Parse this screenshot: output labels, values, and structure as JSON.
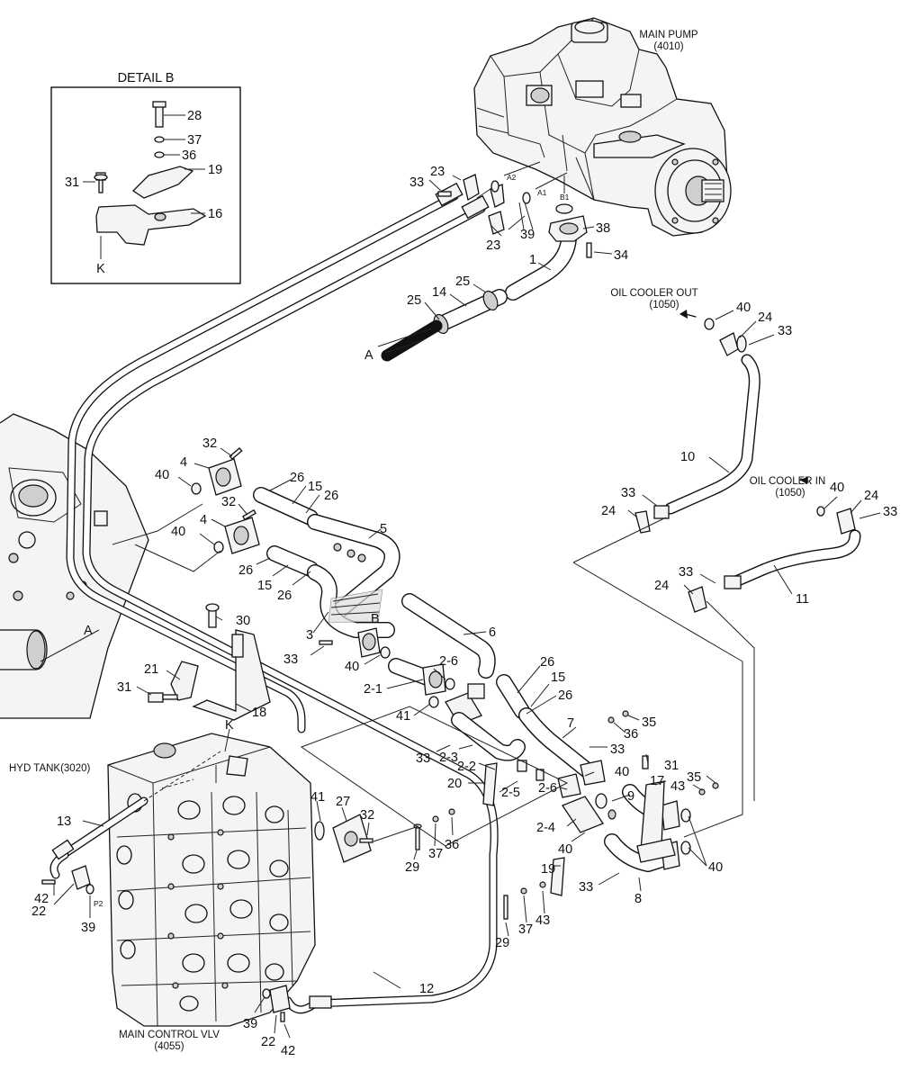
{
  "detail_title": "DETAIL B",
  "components": {
    "main_pump": {
      "name": "MAIN PUMP",
      "code": "(4010)"
    },
    "oil_cooler_out": {
      "name": "OIL COOLER OUT",
      "code": "(1050)"
    },
    "oil_cooler_in": {
      "name": "OIL COOLER IN",
      "code": "(1050)"
    },
    "hyd_tank": {
      "name": "HYD TANK(3020)"
    },
    "main_control_valve": {
      "name": "MAIN CONTROL VLV",
      "code": "(4055)"
    }
  },
  "port_labels": {
    "a2": "A2",
    "a1": "A1",
    "b1": "B1",
    "p2": "P2"
  },
  "view_labels": {
    "a_top": "A",
    "a_left": "A",
    "b": "B",
    "k_detail": "K",
    "k_valve": "K"
  },
  "callouts": {
    "d28": "28",
    "d37": "37",
    "d36": "36",
    "d19": "19",
    "d31": "31",
    "d16": "16",
    "p23a": "23",
    "p33a": "33",
    "p23b": "23",
    "p39a": "39",
    "p38": "38",
    "p34": "34",
    "p1": "1",
    "p25a": "25",
    "p14": "14",
    "p25b": "25",
    "p40a": "40",
    "p24a": "24",
    "p33b": "33",
    "p10": "10",
    "p33c": "33",
    "p24b": "24",
    "p40b": "40",
    "p24c": "24",
    "p33d": "33",
    "p33e": "33",
    "p24d": "24",
    "p11": "11",
    "p32a": "32",
    "p4a": "4",
    "p40c": "40",
    "p26a": "26",
    "p15a": "15",
    "p26b": "26",
    "p32b": "32",
    "p4b": "4",
    "p40d": "40",
    "p5": "5",
    "p26c": "26",
    "p15b": "15",
    "p26d": "26",
    "p3": "3",
    "p33f": "33",
    "p40e": "40",
    "p6": "6",
    "p30": "30",
    "p21": "21",
    "p31a": "31",
    "p18": "18",
    "p2_1": "2-1",
    "p2_6a": "2-6",
    "p41a": "41",
    "p26e": "26",
    "p15c": "15",
    "p26f": "26",
    "p35a": "35",
    "p36a": "36",
    "p7": "7",
    "p33g": "33",
    "p2_3": "2-3",
    "p33h": "33",
    "p2_2": "2-2",
    "p20": "20",
    "p2_5": "2-5",
    "p40f": "40",
    "p9": "9",
    "p2_6b": "2-6",
    "p2_4": "2-4",
    "p31b": "31",
    "p17": "17",
    "p43a": "43",
    "p35b": "35",
    "p40g": "40",
    "p40h": "40",
    "p19": "19",
    "p33i": "33",
    "p8": "8",
    "p43b": "43",
    "p29a": "29",
    "p37a": "37",
    "p13": "13",
    "p41b": "41",
    "p27": "27",
    "p32c": "32",
    "p29b": "29",
    "p37b": "37",
    "p36b": "36",
    "p42a": "42",
    "p22a": "22",
    "p39b": "39",
    "p12": "12",
    "p39c": "39",
    "p22b": "22",
    "p42b": "42"
  }
}
